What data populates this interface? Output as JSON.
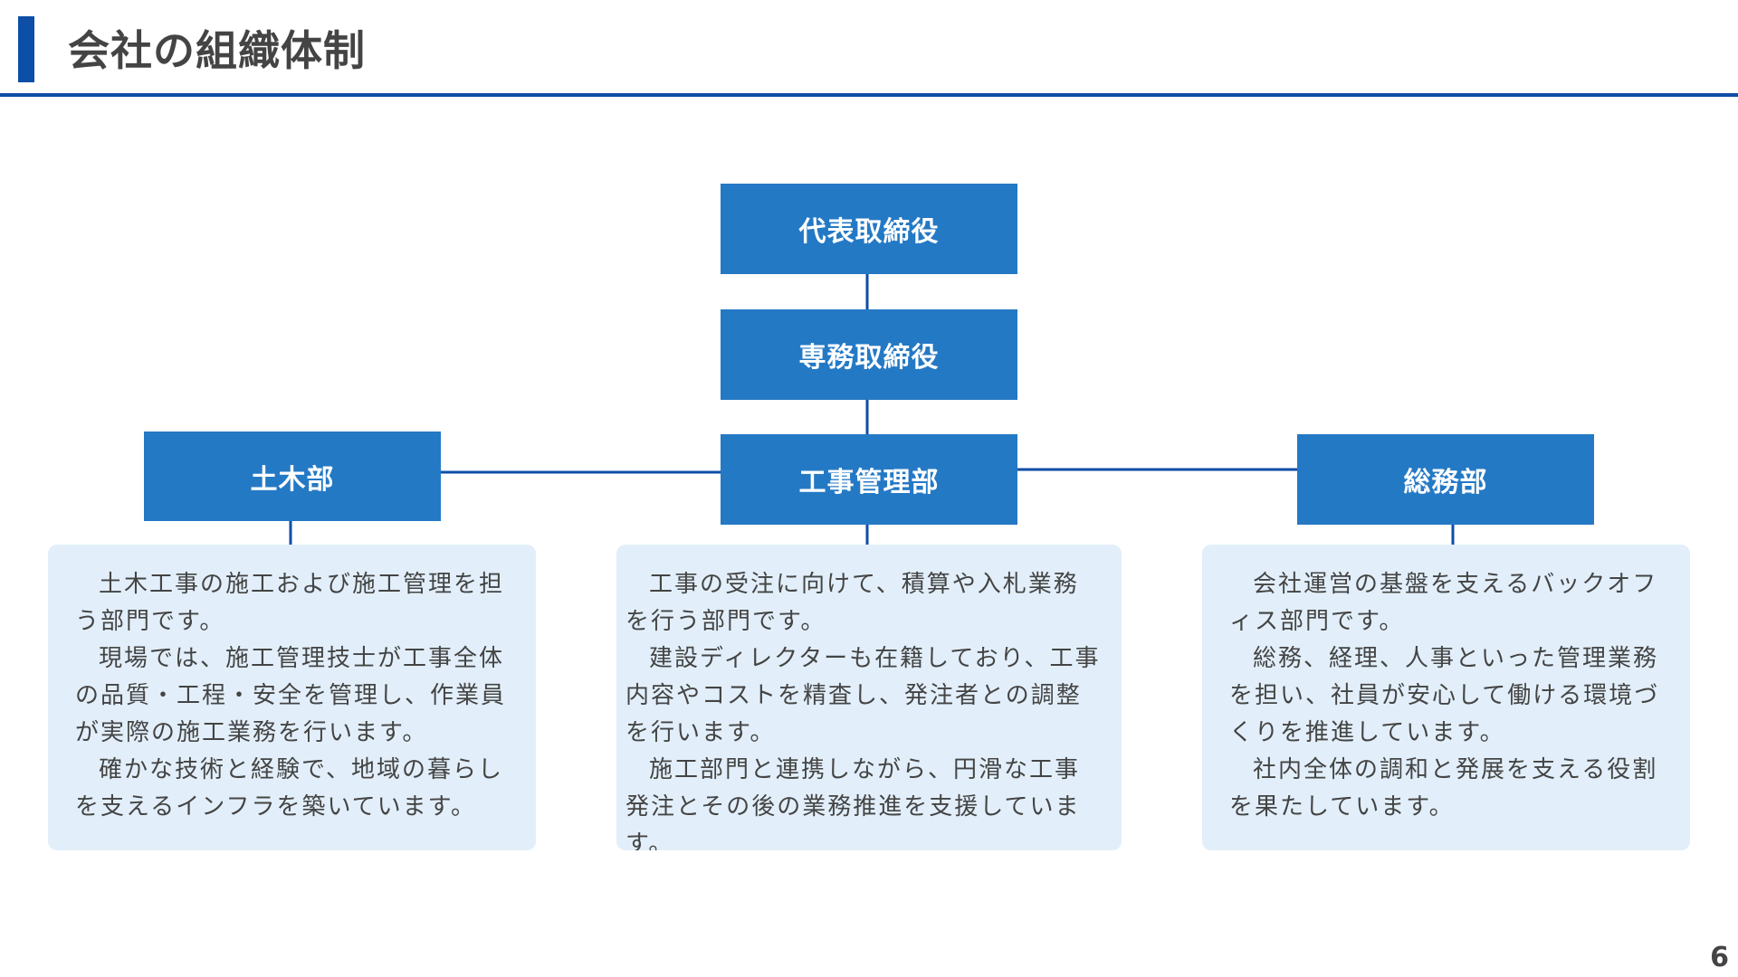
{
  "header": {
    "title": "会社の組織体制"
  },
  "org_chart": {
    "ceo": "代表取締役",
    "managing_director": "専務取締役",
    "departments": {
      "civil": "土木部",
      "construction_management": "工事管理部",
      "general_affairs": "総務部"
    }
  },
  "descriptions": {
    "civil": [
      "土木工事の施工および施工管理を担う部門です。",
      "現場では、施工管理技士が工事全体の品質・工程・安全を管理し、作業員が実際の施工業務を行います。",
      "確かな技術と経験で、地域の暮らしを支えるインフラを築いています。"
    ],
    "construction_management": [
      "工事の受注に向けて、積算や入札業務を行う部門です。",
      "建設ディレクターも在籍しており、工事内容やコストを精査し、発注者との調整を行います。",
      "施工部門と連携しながら、円滑な工事発注とその後の業務推進を支援しています。"
    ],
    "general_affairs": [
      "会社運営の基盤を支えるバックオフィス部門です。",
      "総務、経理、人事といった管理業務を担い、社員が安心して働ける環境づくりを推進しています。",
      "社内全体の調和と発展を支える役割を果たしています。"
    ]
  },
  "footer": {
    "page_number": "6"
  },
  "colors": {
    "accent": "#0d4ea6",
    "box": "#2479c5",
    "panel": "#e2effa",
    "text": "#444444"
  }
}
